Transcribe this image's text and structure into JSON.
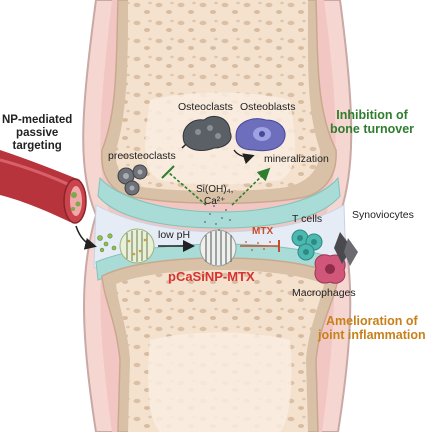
{
  "labels": {
    "np_targeting": "NP-mediated\npassive\ntargeting",
    "osteoclasts": "Osteoclasts",
    "osteoblasts": "Osteoblasts",
    "preosteoclasts": "preosteoclasts",
    "mineralization": "mineralization",
    "silicic": "Si(OH)₄,",
    "calcium": "Ca²⁺",
    "low_ph": "low pH",
    "mtx": "MTX",
    "t_cells": "T cells",
    "synoviocytes": "Synoviocytes",
    "macrophages": "Macrophages",
    "nanoparticle": "pCaSiNP-MTX",
    "bone_effect": "Inhibition of\nbone turnover",
    "joint_effect": "Amelioration of\njoint inflammation"
  },
  "colors": {
    "bone": "#f1dcc6",
    "cartilage": "#a9dcd6",
    "synovium": "#f2c6c2",
    "green_text": "#2f7d2f",
    "orange_text": "#c7801a",
    "red_text": "#d8332f",
    "vessel": "#b8343c"
  },
  "icons": [
    "osteoclast-icon",
    "osteoblast-icon",
    "preosteoclast-icon",
    "nanoparticle-icon",
    "t-cell-icon",
    "macrophage-icon",
    "synoviocyte-icon",
    "blood-vessel-icon"
  ]
}
